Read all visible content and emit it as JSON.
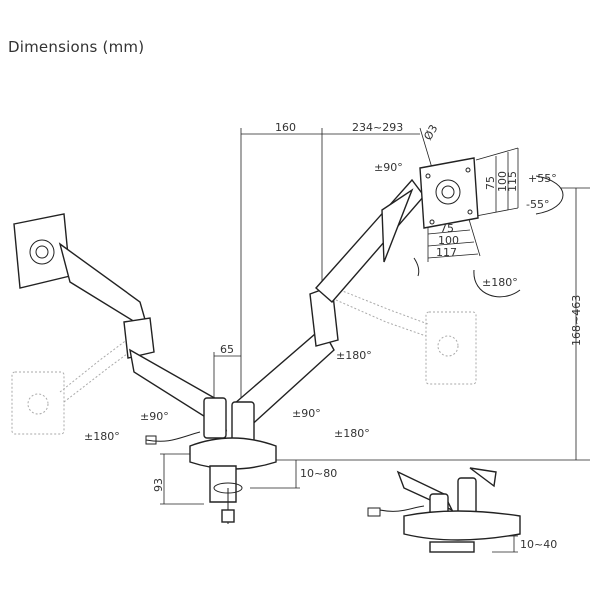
{
  "heading": "Dimensions (mm)",
  "dimensions": {
    "arm_reach_left": "160",
    "arm_reach_right": "234~293",
    "plate_dia": "Ø3",
    "pole_offset": "65",
    "height_range": "168~463",
    "clamp_height": "93",
    "clamp_range": "10~80",
    "grommet_range": "10~40",
    "vesa_75_h": "75",
    "vesa_100_h": "100",
    "vesa_117_h": "117",
    "vesa_75_v": "75",
    "vesa_100_v": "100",
    "vesa_115_v": "115"
  },
  "rotations": {
    "top_swivel": "±90°",
    "tilt_up": "+55°",
    "tilt_down": "-55°",
    "screen_rotate": "±180°",
    "mid_right": "±180°",
    "left_swivel": "±90°",
    "left_base": "±180°",
    "right_swivel": "±90°",
    "right_base": "±180°"
  }
}
